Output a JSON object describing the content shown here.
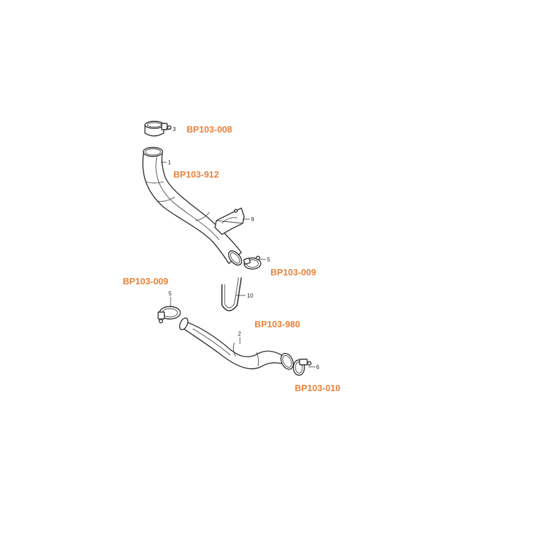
{
  "colors": {
    "code": "#e8823a",
    "line": "#333333",
    "background": "#ffffff"
  },
  "codes": {
    "clamp_top": "BP103-008",
    "pipe_upper": "BP103-912",
    "clamp_mid_right": "BP103-009",
    "clamp_mid_left": "BP103-009",
    "pipe_lower": "BP103-980",
    "clamp_bottom": "BP103-010"
  },
  "callouts": {
    "c3": "3",
    "c1": "1",
    "c9": "9",
    "c5a": "5",
    "c10": "10",
    "c5b": "5",
    "c2": "2",
    "c6": "6"
  }
}
